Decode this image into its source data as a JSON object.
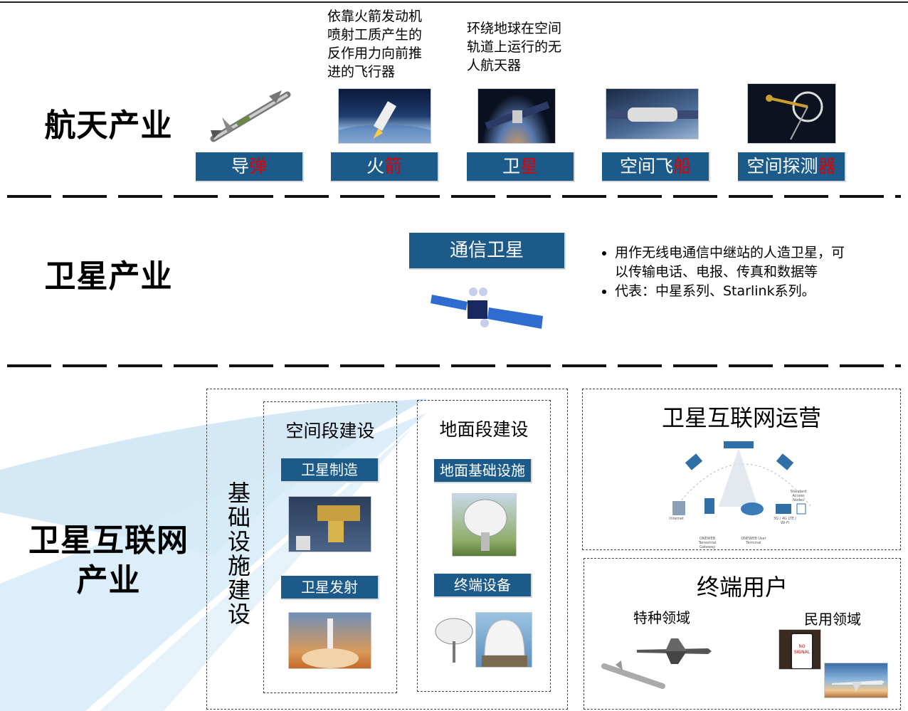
{
  "aerospace": {
    "title": "航天产业",
    "rocket_desc": "依靠火箭发动机喷射工质产生的反作用力向前推进的飞行器",
    "satellite_desc": "环绕地球在空间轨道上运行的无人航天器",
    "items": [
      {
        "label_a": "导",
        "label_b": "弹"
      },
      {
        "label_a": "火",
        "label_b": "箭"
      },
      {
        "label_a": "卫",
        "label_b": "星"
      },
      {
        "label_a": "空间飞",
        "label_b": "船"
      },
      {
        "label_a": "空间探测",
        "label_b": "器"
      }
    ]
  },
  "satellite_industry": {
    "title": "卫星产业",
    "box_label": "通信卫星",
    "bullets": [
      "用作无线电通信中继站的人造卫星，可以传输电话、电报、传真和数据等",
      "代表：中星系列、Starlink系列。"
    ]
  },
  "internet_industry": {
    "title_line1": "卫星互联网",
    "title_line2": "产业",
    "infra_label": "基础设施建设",
    "space_segment": {
      "title": "空间段建设",
      "item1": "卫星制造",
      "item2": "卫星发射"
    },
    "ground_segment": {
      "title": "地面段建设",
      "item1": "地面基础设施",
      "item2": "终端设备"
    },
    "operations": {
      "title": "卫星互联网运营",
      "labels": [
        "Internet",
        "ONEWEB Terrestrial Gateway",
        "ONEWEB User Terminal",
        "3G / 4G LTE / Wi-Fi",
        "Standard Access Nodes"
      ]
    },
    "end_users": {
      "title": "终端用户",
      "special": "特种领域",
      "civil": "民用领域",
      "phone_text": "NO SIGNAL"
    }
  },
  "colors": {
    "box_blue": "#1c5a8a",
    "highlight_red": "#e00000",
    "bg_swoosh": "#cde6f6"
  }
}
